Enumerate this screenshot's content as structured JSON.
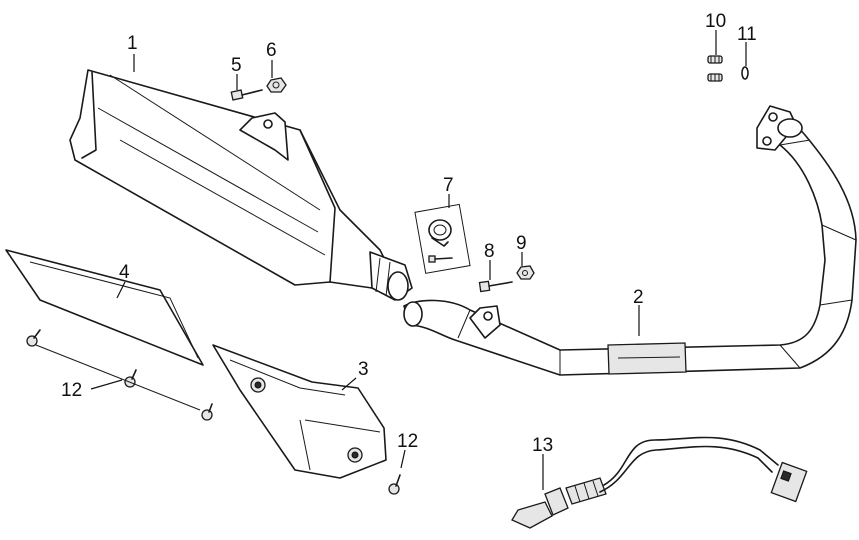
{
  "callouts": {
    "muffler": "1",
    "exhaust_pipe": "2",
    "heat_shield_lower": "3",
    "heat_shield_upper": "4",
    "bolt_5": "5",
    "nut_6": "6",
    "clamp_7": "7",
    "bolt_8": "8",
    "nut_9": "9",
    "stud_10": "10",
    "gasket_11": "11",
    "screw_12_left": "12",
    "screw_12_right": "12",
    "o2_sensor": "13"
  }
}
